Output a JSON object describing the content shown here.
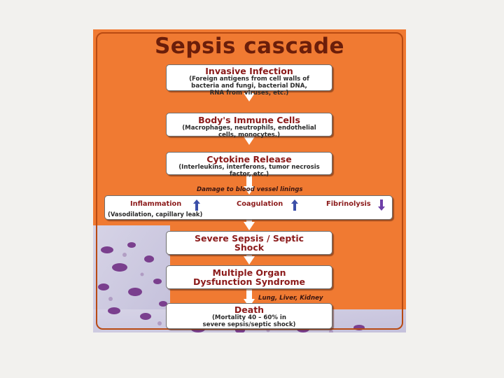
{
  "diagram": {
    "title": "Sepsis cascade",
    "steps": [
      {
        "title": "Invasive Infection",
        "sub": [
          "(Foreign antigens from cell walls of",
          "bacteria and fungi, bacterial DNA,",
          "RNA from viruses, etc.)"
        ]
      },
      {
        "title": "Body's Immune Cells",
        "sub": [
          "(Macrophages, neutrophils, endothelial",
          "cells, monocytes.)"
        ]
      },
      {
        "title": "Cytokine Release",
        "sub": [
          "(Interleukins, interferons, tumor necrosis",
          "factor, etc.)"
        ]
      }
    ],
    "damage_caption": "Damage to blood vessel linings",
    "wide_box": {
      "inflammation": "Inflammation",
      "inflammation_sub": "(Vasodilation, capillary leak)",
      "coagulation": "Coagulation",
      "fibrinolysis": "Fibrinolysis"
    },
    "severe": {
      "line1": "Severe Sepsis / Septic",
      "line2": "Shock"
    },
    "mods": {
      "line1": "Multiple Organ",
      "line2": "Dysfunction Syndrome"
    },
    "organs_caption": "Lung, Liver, Kidney",
    "death": {
      "title": "Death",
      "sub": [
        "(Mortality 40 – 60% in",
        "severe sepsis/septic shock)"
      ]
    }
  },
  "colors": {
    "panel": "#f07a32",
    "title": "#6b1e0a",
    "box_title": "#8b1a1a",
    "up_arrow": "#3b4fa8",
    "down_arrow": "#6e3fa8"
  }
}
